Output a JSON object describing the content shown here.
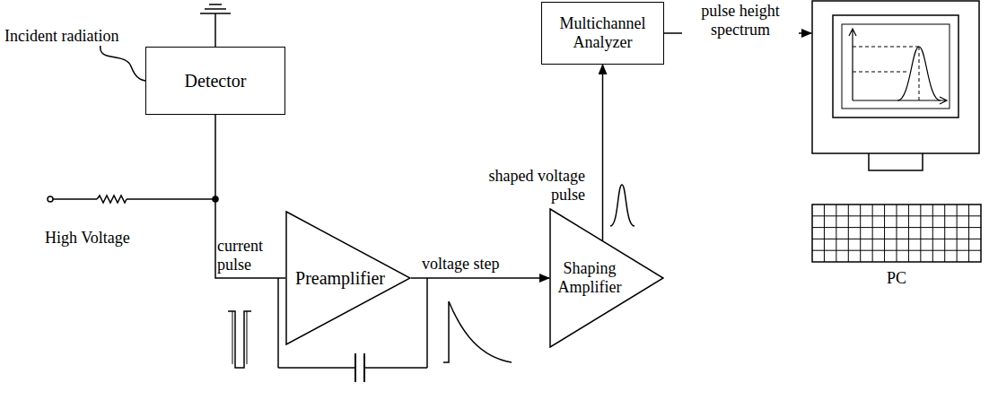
{
  "diagram": {
    "nodes": [
      {
        "text": [
          "Detector"
        ]
      },
      {
        "text": [
          "Preamplifier"
        ]
      },
      {
        "text": [
          "Shaping Amplifier"
        ]
      },
      {
        "text": [
          "Multichannel Analyzer"
        ]
      },
      {
        "text": [
          "PC"
        ]
      }
    ],
    "edges": [
      {
        "from": 0,
        "to": 1,
        "label": "current pulse",
        "arrow": "none"
      },
      {
        "from": 1,
        "to": 2,
        "label": "voltage step",
        "arrow": "to"
      },
      {
        "from": 2,
        "to": 3,
        "label": "shaped voltage pulse",
        "arrow": "to"
      },
      {
        "from": 3,
        "to": 4,
        "label": "pulse height spectrum",
        "arrow": "to"
      }
    ],
    "labels": [
      "Incident radiation",
      "High Voltage"
    ]
  }
}
